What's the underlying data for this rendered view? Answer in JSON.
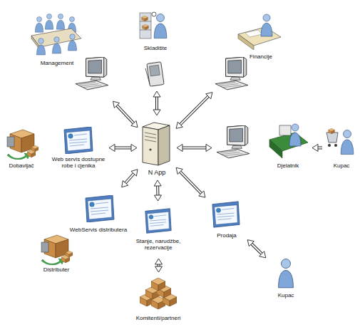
{
  "diagram": {
    "nodes": [
      {
        "text": [
          "Management"
        ]
      },
      {
        "text": [
          "Skladište"
        ]
      },
      {
        "text": [
          "Financije"
        ]
      },
      {
        "text": [
          "Dobavljač"
        ]
      },
      {
        "text": [
          "Web servis dostupne robe i cjenika"
        ]
      },
      {
        "text": [
          "N App"
        ]
      },
      {
        "text": [
          "Djelatnik"
        ]
      },
      {
        "text": [
          "Kupac"
        ]
      },
      {
        "text": [
          "WebServis distributera"
        ]
      },
      {
        "text": [
          "Prodaja"
        ]
      },
      {
        "text": [
          "Stanje, narudžbe, rezervacije"
        ]
      },
      {
        "text": [
          "Distributer"
        ]
      },
      {
        "text": [
          "Kupac"
        ]
      },
      {
        "text": [
          "Komitenti/partneri"
        ]
      }
    ],
    "edges": [
      {
        "from": 0,
        "to": 5,
        "arrow": "both"
      },
      {
        "from": 1,
        "to": 5,
        "arrow": "both"
      },
      {
        "from": 2,
        "to": 5,
        "arrow": "both"
      },
      {
        "from": 4,
        "to": 5,
        "arrow": "both"
      },
      {
        "from": 5,
        "to": 6,
        "arrow": "both"
      },
      {
        "from": 7,
        "to": 6,
        "arrow": "to"
      },
      {
        "from": 5,
        "to": 8,
        "arrow": "both"
      },
      {
        "from": 5,
        "to": 9,
        "arrow": "both"
      },
      {
        "from": 5,
        "to": 10,
        "arrow": "both"
      },
      {
        "from": 10,
        "to": 13,
        "arrow": "both"
      },
      {
        "from": 9,
        "to": 12,
        "arrow": "both"
      }
    ]
  }
}
